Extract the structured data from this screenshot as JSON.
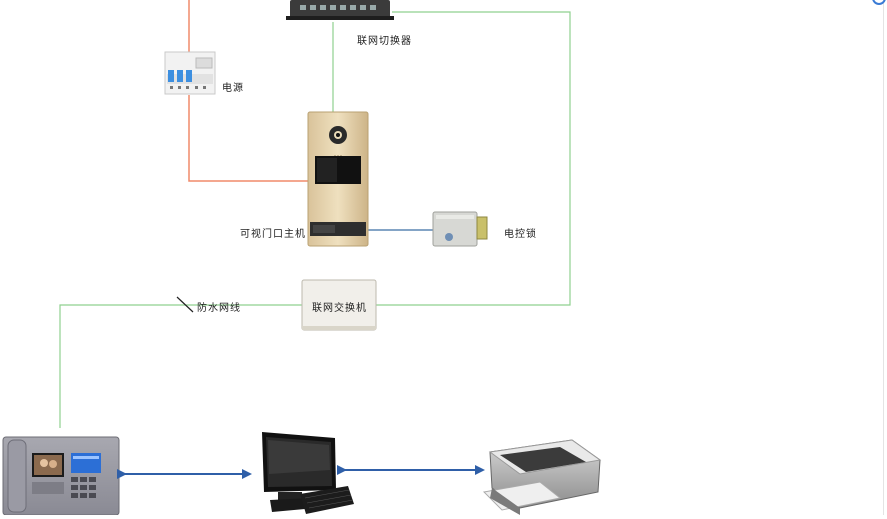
{
  "labels": {
    "switch_top": "联网切换器",
    "power": "电源",
    "door_station": "可视门口主机",
    "electric_lock": "电控锁",
    "waterproof_cable": "防水网线",
    "network_switch": "联网交换机"
  },
  "colors": {
    "power_line": "#f08a6a",
    "network_line": "#8fd08f",
    "lock_line": "#3a6ea5",
    "arrow": "#2f5fa8"
  }
}
